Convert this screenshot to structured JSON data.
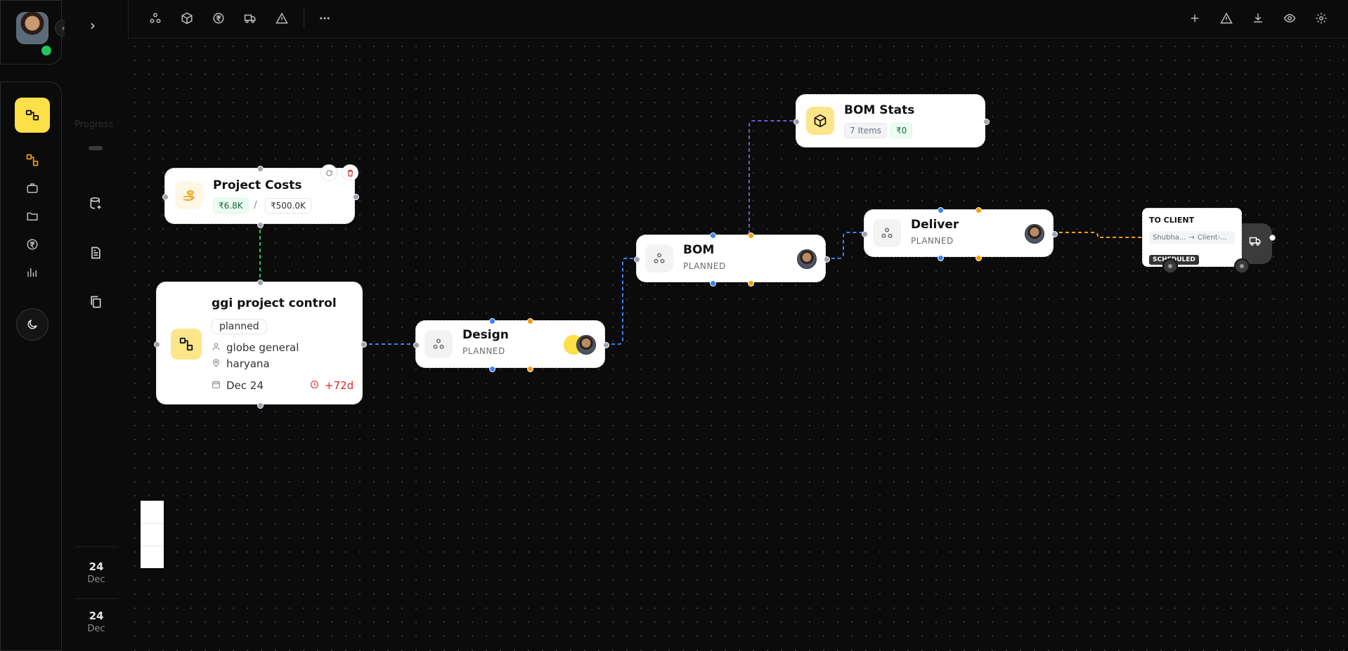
{
  "toolbar": {
    "left_icons": [
      "nodes-icon",
      "box-icon",
      "rupee-icon",
      "truck-icon",
      "warning-icon",
      "more-icon"
    ],
    "right_icons": [
      "plus-icon",
      "warning-icon",
      "download-icon",
      "eye-icon",
      "gear-icon"
    ]
  },
  "sidebar": {
    "active_icon": "hierarchy-icon",
    "items": [
      "workflow-icon",
      "briefcase-icon",
      "folder-icon",
      "rupee-icon",
      "bar-chart-icon"
    ],
    "theme_icon": "moon-icon"
  },
  "secondary_panel": {
    "progress_label": "Progress",
    "dates": [
      {
        "day": "24",
        "month": "Dec"
      },
      {
        "day": "24",
        "month": "Dec"
      }
    ]
  },
  "nodes": {
    "project_costs": {
      "title": "Project Costs",
      "spent": "₹6.8K",
      "separator": "/",
      "budget": "₹500.0K"
    },
    "project": {
      "title": "ggi project control",
      "status": "planned",
      "client": "globe general",
      "location": "haryana",
      "date": "Dec 24",
      "delay": "+72d"
    },
    "design": {
      "title": "Design",
      "status": "PLANNED"
    },
    "bom": {
      "title": "BOM",
      "status": "PLANNED"
    },
    "bom_stats": {
      "title": "BOM Stats",
      "items": "7 Items",
      "cost": "₹0"
    },
    "deliver": {
      "title": "Deliver",
      "status": "PLANNED"
    },
    "to_client": {
      "title": "TO CLIENT",
      "from": "Shubha...",
      "arrow": "→",
      "to": "Client-...",
      "badge": "SCHEDULED"
    }
  },
  "colors": {
    "accent": "#fde047",
    "edge_green": "#22c55e",
    "edge_blue": "#3b82f6",
    "edge_purple": "#6d5bd0",
    "edge_orange": "#f59e0b",
    "delay_red": "#dc2626"
  }
}
